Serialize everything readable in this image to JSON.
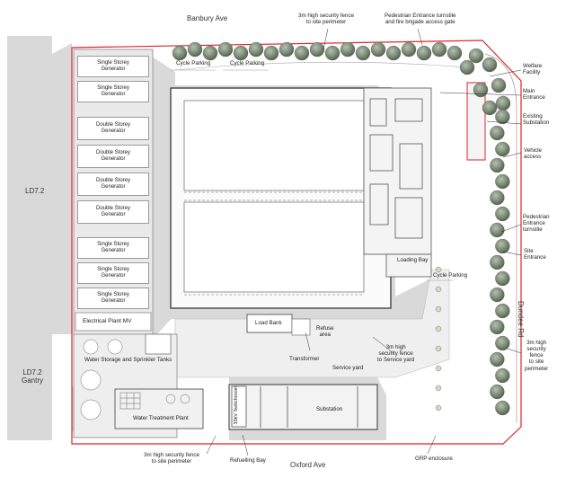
{
  "streets": {
    "north": "Banbury Ave",
    "south": "Oxford Ave",
    "east": "Dundee Rd",
    "west_top": "LD7.2",
    "west_bottom": "LD7.2\nGantry"
  },
  "generators": [
    "Single Storey\nGenerator",
    "Single Storey\nGenerator",
    "Double Storey\nGenerator",
    "Double Storey\nGenerator",
    "Double Storey\nGenerator",
    "Double Storey\nGenerator",
    "Single Storey\nGenerator",
    "Single Storey\nGenerator",
    "Single Storey\nGenerator"
  ],
  "labels": {
    "electrical_plant": "Electrical Plant MV",
    "water_storage": "Water Storage and Sprinkler Tanks",
    "water_treatment": "Water Treatment Plant",
    "cycle_parking_1": "Cycle Parking",
    "cycle_parking_2": "Cycle Parking",
    "cycle_parking_3": "Cycle Parking",
    "fence_north": "3m high security fence\nto site perimeter",
    "pedestrian_gate_north": "Pedestrian Entrance turnstile\nand fire brigade access gate",
    "welfare": "Welfare\nFacility",
    "main_entrance": "Main\nEntrance",
    "existing_substation": "Existing\nSubstation",
    "vehicle_access": "Vehicle\naccess",
    "pedestrian_turnstile_east": "Pedestrian\nEntrance\nturnstile",
    "site_entrance": "Site\nEntrance",
    "loading_bay": "Loading Bay",
    "load_bank": "Load Bank",
    "refuse_area": "Refuse\narea",
    "transformer": "Transformer",
    "fence_service_yard": "3m high\nsecurity fence\nto Service yard",
    "service_yard": "Service yard",
    "fence_east": "3m high\nsecurity\nfence\nto site\nperimeter",
    "switchroom": "33kV Switchroom",
    "substation": "Substation",
    "fence_south": "3m high security fence\nto site perimeter",
    "refuelling_bay": "Refuelling Bay",
    "grp_enclosure": "GRP enclosure"
  },
  "colors": {
    "site_boundary": "#e0232a",
    "shadow": "#d4d4d4",
    "building_line": "#555555",
    "tree": "#7d8c79"
  }
}
